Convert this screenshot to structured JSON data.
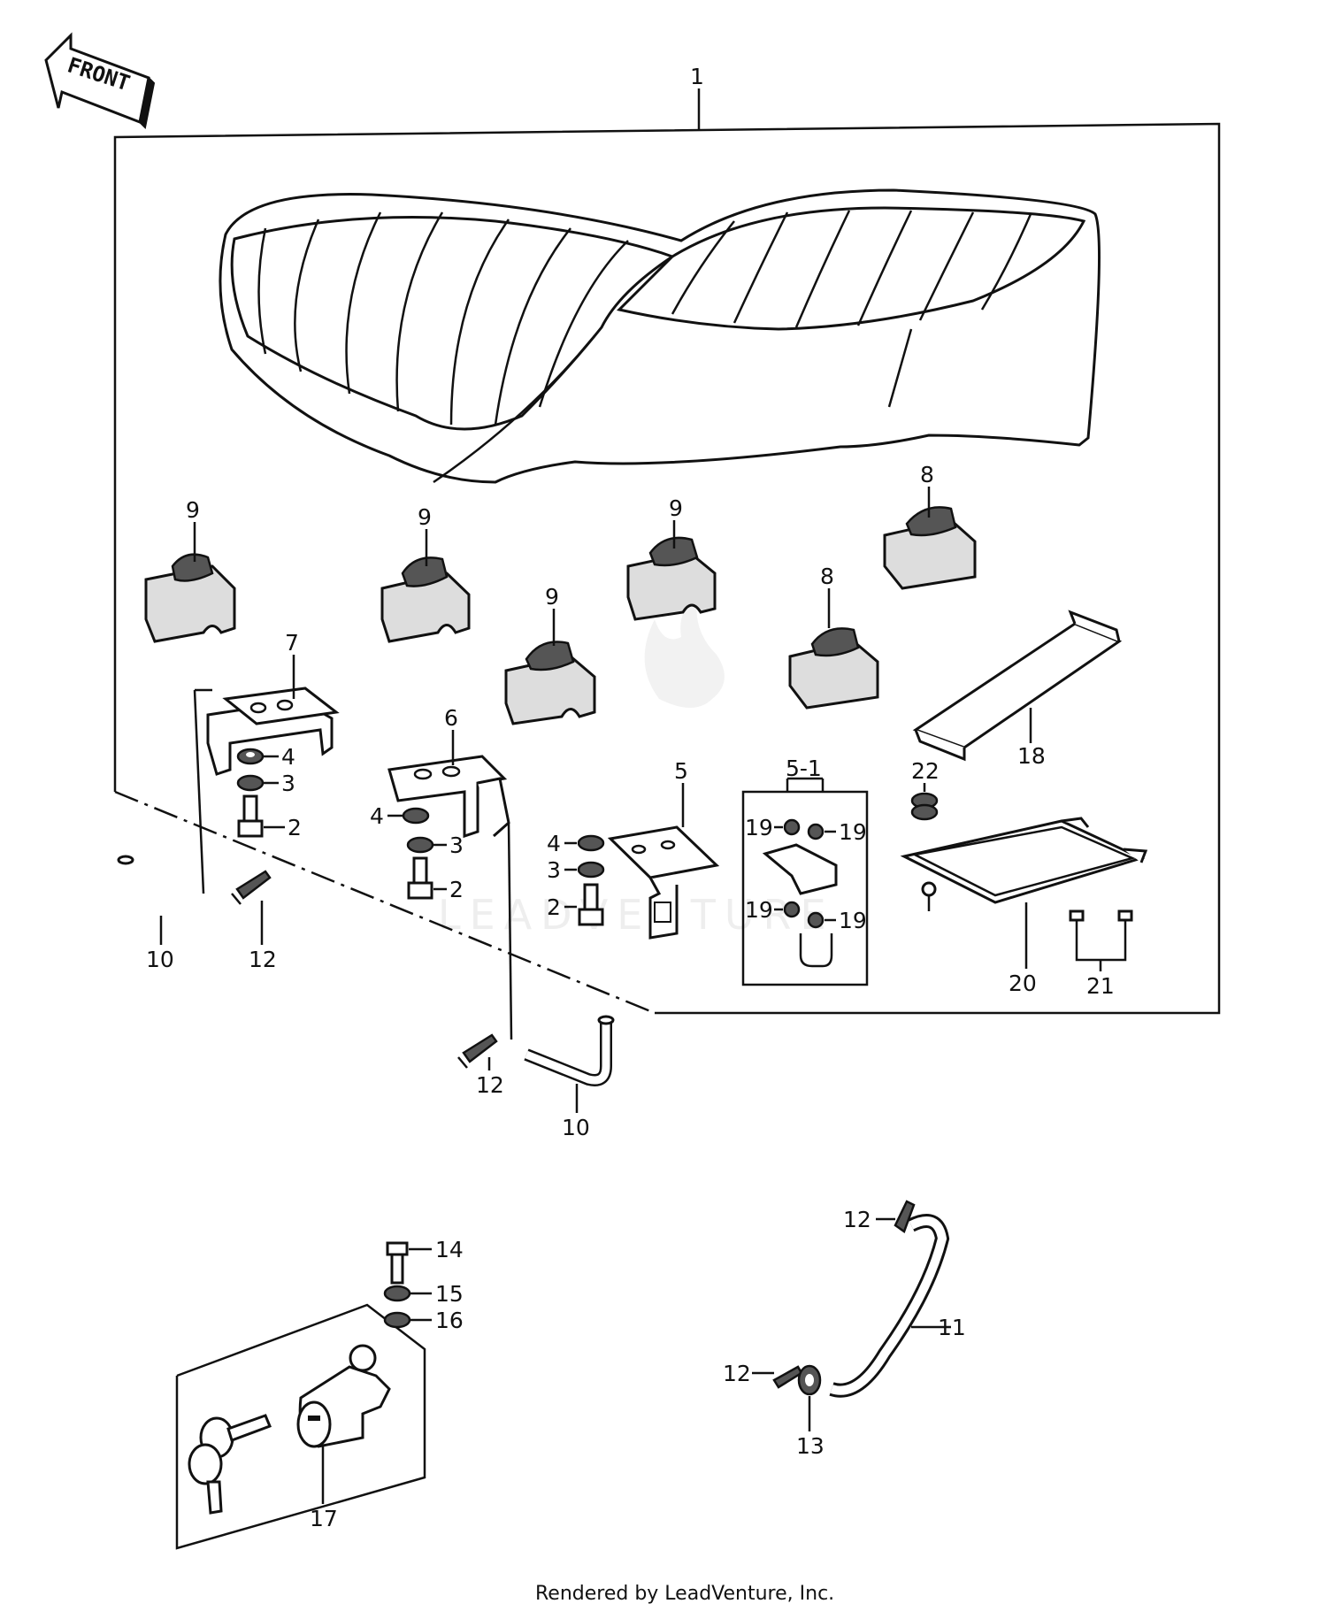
{
  "front_arrow": {
    "label": "FRONT"
  },
  "callouts": [
    {
      "id": "c1",
      "text": "1"
    },
    {
      "id": "c9a",
      "text": "9"
    },
    {
      "id": "c9b",
      "text": "9"
    },
    {
      "id": "c9c",
      "text": "9"
    },
    {
      "id": "c9d",
      "text": "9"
    },
    {
      "id": "c8a",
      "text": "8"
    },
    {
      "id": "c8b",
      "text": "8"
    },
    {
      "id": "c7",
      "text": "7"
    },
    {
      "id": "c6",
      "text": "6"
    },
    {
      "id": "c5",
      "text": "5"
    },
    {
      "id": "c5-1",
      "text": "5-1"
    },
    {
      "id": "c4a",
      "text": "4"
    },
    {
      "id": "c3a",
      "text": "3"
    },
    {
      "id": "c2a",
      "text": "2"
    },
    {
      "id": "c4b",
      "text": "4"
    },
    {
      "id": "c3b",
      "text": "3"
    },
    {
      "id": "c2b",
      "text": "2"
    },
    {
      "id": "c4c",
      "text": "4"
    },
    {
      "id": "c3c",
      "text": "3"
    },
    {
      "id": "c2c",
      "text": "2"
    },
    {
      "id": "c19a",
      "text": "19"
    },
    {
      "id": "c19b",
      "text": "19"
    },
    {
      "id": "c19c",
      "text": "19"
    },
    {
      "id": "c19d",
      "text": "19"
    },
    {
      "id": "c22",
      "text": "22"
    },
    {
      "id": "c18",
      "text": "18"
    },
    {
      "id": "c20",
      "text": "20"
    },
    {
      "id": "c21",
      "text": "21"
    },
    {
      "id": "c10a",
      "text": "10"
    },
    {
      "id": "c12a",
      "text": "12"
    },
    {
      "id": "c12b",
      "text": "12"
    },
    {
      "id": "c10b",
      "text": "10"
    },
    {
      "id": "c14",
      "text": "14"
    },
    {
      "id": "c15",
      "text": "15"
    },
    {
      "id": "c16",
      "text": "16"
    },
    {
      "id": "c17",
      "text": "17"
    },
    {
      "id": "c12c",
      "text": "12"
    },
    {
      "id": "c11",
      "text": "11"
    },
    {
      "id": "c12d",
      "text": "12"
    },
    {
      "id": "c13",
      "text": "13"
    }
  ],
  "watermark": {
    "text": "LEADVENTURE"
  },
  "footer": {
    "text": "Rendered by LeadVenture, Inc."
  }
}
